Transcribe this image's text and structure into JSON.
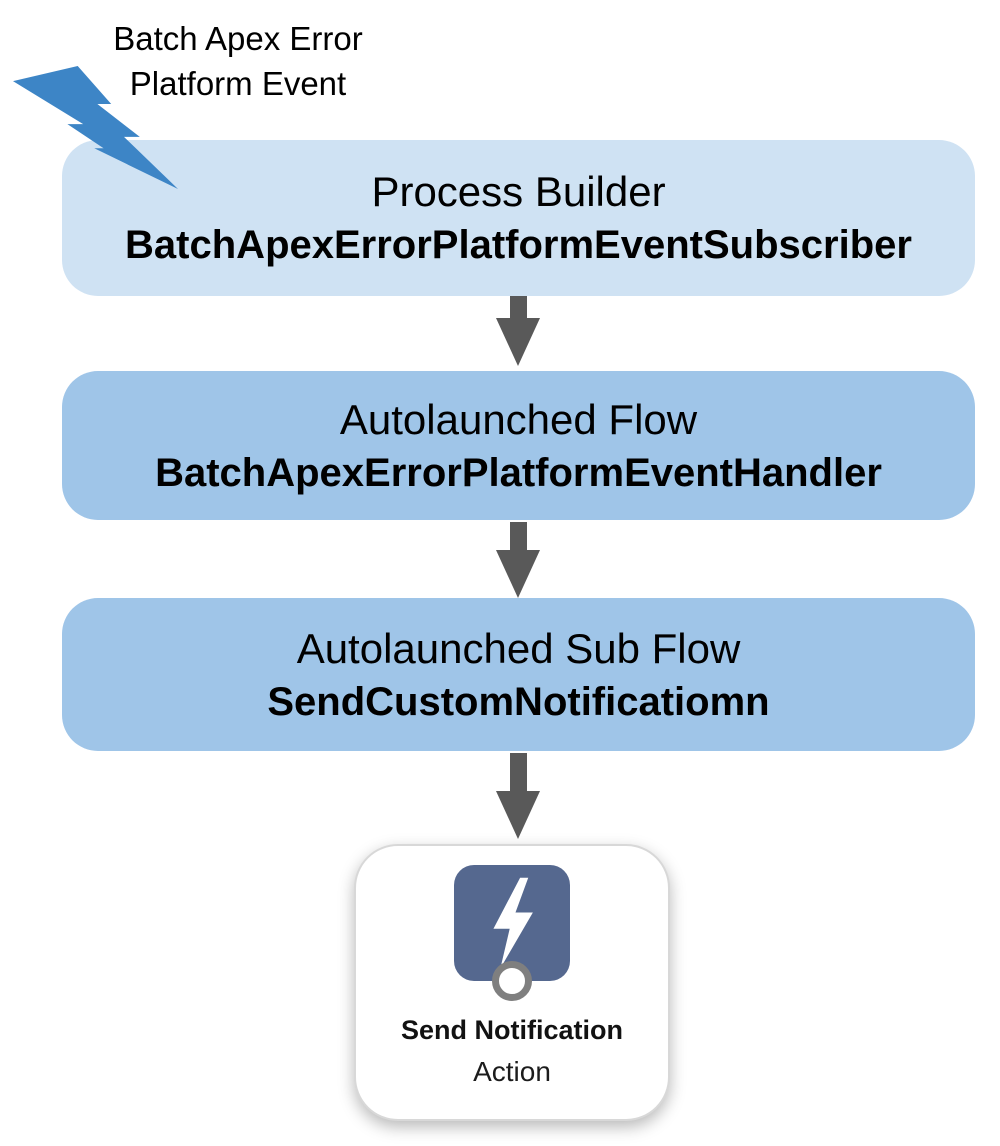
{
  "trigger": {
    "line1": "Batch Apex Error",
    "line2": "Platform Event"
  },
  "nodes": [
    {
      "type_label": "Process Builder",
      "name": "BatchApexErrorPlatformEventSubscriber"
    },
    {
      "type_label": "Autolaunched Flow",
      "name": "BatchApexErrorPlatformEventHandler"
    },
    {
      "type_label": "Autolaunched Sub Flow",
      "name": "SendCustomNotificatiomn"
    }
  ],
  "action_card": {
    "title": "Send Notification",
    "subtitle": "Action"
  },
  "icons": {
    "trigger": "lightning-bolt-icon",
    "connector": "down-arrow-icon",
    "action": "action-lightning-icon"
  },
  "colors": {
    "stage1-fill": "#cfe2f3",
    "stage-fill": "#9fc5e8",
    "bolt-blue": "#3d85c6",
    "arrow-gray": "#595959",
    "action-icon-bg": "#55688f",
    "ring-gray": "#7f7f7f",
    "card-bg": "#ffffff",
    "card-border": "#d8d8d8",
    "text-color": "#000000"
  }
}
